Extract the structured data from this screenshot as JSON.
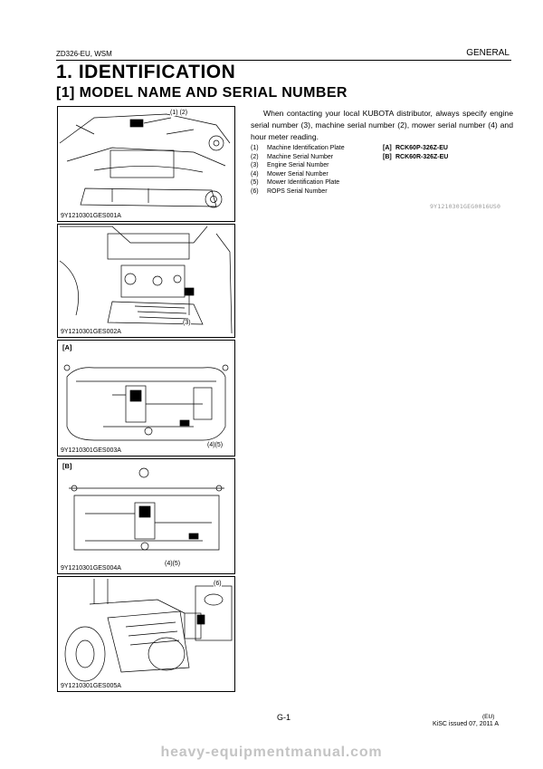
{
  "header": {
    "left": "ZD326-EU, WSM",
    "right": "GENERAL"
  },
  "title": "1.  IDENTIFICATION",
  "subtitle": "[1]  MODEL NAME AND SERIAL NUMBER",
  "intro": "When contacting your local KUBOTA distributor, always specify engine serial number (3), machine serial number (2), mower serial number (4) and hour meter reading.",
  "legend": [
    {
      "num": "(1)",
      "text": "Machine Identification Plate"
    },
    {
      "num": "(2)",
      "text": "Machine Serial Number"
    },
    {
      "num": "(3)",
      "text": "Engine Serial Number"
    },
    {
      "num": "(4)",
      "text": "Mower Serial Number"
    },
    {
      "num": "(5)",
      "text": "Mower Identification Plate"
    },
    {
      "num": "(6)",
      "text": "ROPS Serial Number"
    }
  ],
  "models": [
    {
      "num": "[A]",
      "text": "RCK60P-326Z-EU"
    },
    {
      "num": "[B]",
      "text": "RCK60R-326Z-EU"
    }
  ],
  "doc_id": "9Y1210301GEG0016US0",
  "figures": [
    {
      "caption": "9Y1210301GES001A",
      "callout": "(1) (2)"
    },
    {
      "caption": "9Y1210301GES002A",
      "callout": "(3)"
    },
    {
      "caption": "9Y1210301GES003A",
      "callout": "(4)(5)",
      "label": "[A]"
    },
    {
      "caption": "9Y1210301GES004A",
      "callout": "(4)(5)",
      "label": "[B]"
    },
    {
      "caption": "9Y1210301GES005A",
      "callout": "(6)"
    }
  ],
  "footer": {
    "page": "G-1",
    "region": "(EU)",
    "issued": "KiSC issued 07, 2011 A"
  },
  "watermark": "heavy-equipmentmanual.com"
}
